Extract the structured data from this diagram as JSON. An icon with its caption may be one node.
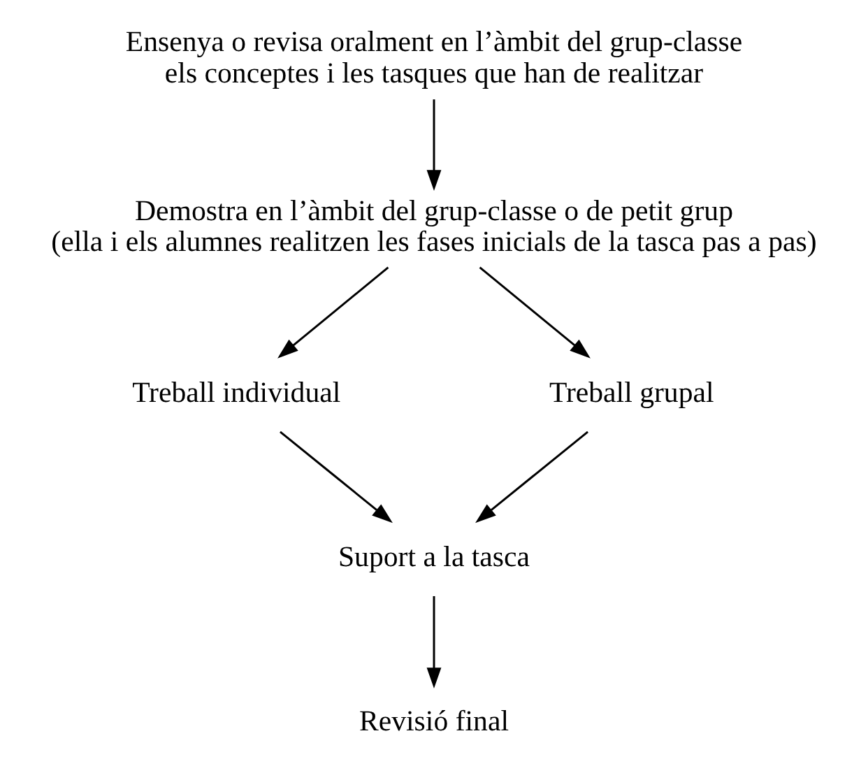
{
  "diagram": {
    "nodes": [
      {
        "text": [
          "Ensenya o revisa oralment en l’àmbit del grup-classe els conceptes i les tasques que han de realitzar"
        ]
      },
      {
        "text": [
          "Demostra en l’àmbit del grup-classe o de petit grup",
          "(ella i els alumnes realitzen les fases inicials de la tasca pas a pas)"
        ]
      },
      {
        "text": [
          "Treball individual"
        ]
      },
      {
        "text": [
          "Treball grupal"
        ]
      },
      {
        "text": [
          "Suport a la tasca"
        ]
      },
      {
        "text": [
          "Revisió final"
        ]
      }
    ],
    "edges": [
      {
        "from": 0,
        "to": 1,
        "arrow": "to"
      },
      {
        "from": 1,
        "to": 2,
        "arrow": "to"
      },
      {
        "from": 1,
        "to": 3,
        "arrow": "to"
      },
      {
        "from": 2,
        "to": 4,
        "arrow": "to"
      },
      {
        "from": 3,
        "to": 4,
        "arrow": "to"
      },
      {
        "from": 4,
        "to": 5,
        "arrow": "to"
      }
    ]
  }
}
